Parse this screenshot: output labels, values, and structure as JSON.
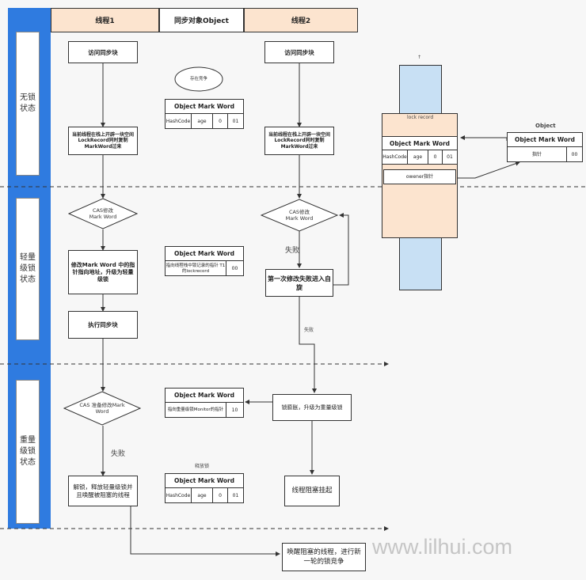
{
  "headers": {
    "thread1": "线程1",
    "sync_object": "同步对象Object",
    "thread2": "线程2"
  },
  "states": {
    "none": "无锁\n状态",
    "light": "轻量\n级锁\n状态",
    "heavy": "重量\n级锁\n状态"
  },
  "thread1": {
    "access_block": "访问同步块",
    "create_lock_record": "当前线程在栈上开辟一块空间LockRecord同时复制MarkWord过来",
    "cas_modify": "CAS修改\nMark Word",
    "modify_pointer": "修改Mark Word 中的指针指向地址，升级为轻量级锁",
    "execute_block": "执行同步块",
    "cas_heavy": "CAS 准备修改Mark\nWord",
    "fail": "失败",
    "release": "解锁，释放轻量级锁并且唤醒被阻塞的线程"
  },
  "thread2": {
    "access_block": "访问同步块",
    "create_lock_record": "当前线程在栈上开辟一块空间LockRecord同时复制MarkWord过来",
    "cas_modify": "CAS修改\nMark Word",
    "fail": "失败",
    "first_fail_spin": "第一次修改失败进入自旋",
    "fail_small": "失败",
    "expand": "锁膨胀，升级为重量级锁",
    "blocked": "线程阻塞挂起"
  },
  "middle": {
    "ellipse": "存在竞争",
    "mw1": {
      "title": "Object Mark Word",
      "cells": [
        "HashCode",
        "age",
        "0",
        "01"
      ]
    },
    "mw2": {
      "title": "Object Mark Word",
      "cells": [
        "指向线程栈中锁记录的指针 T1的lockrecord",
        "00"
      ]
    },
    "mw3": {
      "title": "Object Mark Word",
      "cells": [
        "指向重量级锁Monitor的指针",
        "10"
      ]
    },
    "release_label": "释放锁",
    "mw4": {
      "title": "Object Mark Word",
      "cells": [
        "HashCode",
        "age",
        "0",
        "01"
      ]
    }
  },
  "stack": {
    "top_label": "↑",
    "lock_record": "lock record",
    "mw": {
      "title": "Object Mark Word",
      "cells": [
        "HashCode",
        "age",
        "0",
        "01"
      ]
    },
    "owner": "owener指针"
  },
  "object_panel": {
    "label": "Object",
    "title": "Object Mark Word",
    "cells": [
      "指针",
      "00"
    ]
  },
  "wake": "唤醒阻塞的线程，进行新一轮的锁竞争",
  "watermark": "www.lilhui.com",
  "colors": {
    "blue": "#2f7be0",
    "peach": "#fce4cf",
    "light_blue": "#c8e0f4"
  }
}
